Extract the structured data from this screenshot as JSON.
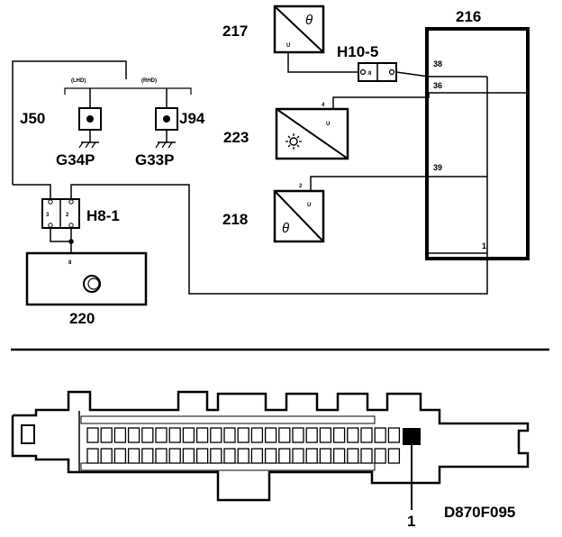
{
  "components": {
    "ecu": "216",
    "sensor_217": "217",
    "connector_h10_5": "H10-5",
    "sun_sensor": "223",
    "sensor_218": "218",
    "jack_j50": "J50",
    "jack_j94": "J94",
    "ground_g34p": "G34P",
    "ground_g33p": "G33P",
    "connector_h8_1": "H8-1",
    "unit_220": "220"
  },
  "variants": {
    "lhd": "(LHD)",
    "rhd": "(RHD)"
  },
  "pins": {
    "ecu_38": "38",
    "ecu_36": "36",
    "ecu_39": "39",
    "ecu_1": "1",
    "h8_left": "3",
    "h8_right": "2",
    "sensor_223_pin": "4",
    "sensor_218_pin": "2",
    "h10_left": "8",
    "unit_220_pin": "8",
    "sensor_terminal": "U"
  },
  "symbols": {
    "theta": "θ"
  },
  "connector_callout": "1",
  "figure_code": "D870F095",
  "colors": {
    "line": "#000000",
    "pin_fill": "#000000",
    "background": "#ffffff"
  }
}
